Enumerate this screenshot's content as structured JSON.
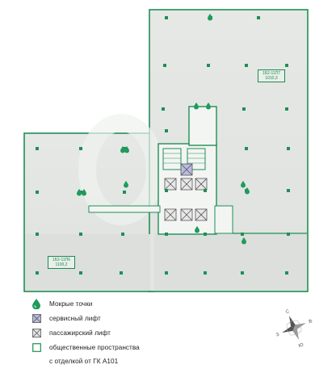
{
  "units": [
    {
      "id": "unit-east",
      "code": "1Б2-11П7",
      "area": "1010,3"
    },
    {
      "id": "unit-west",
      "code": "1Б2-11П6",
      "area": "1100,2"
    }
  ],
  "legend": {
    "wet_points": "Мокрые точки",
    "service_lift": "сервисный лифт",
    "passenger_lift": "пассажирский лифт",
    "public_spaces": "общественные пространства",
    "finish_note": "с отделкой от ГК А101"
  },
  "compass": {
    "north": "С",
    "south": "Ю",
    "east": "В",
    "west": "З"
  },
  "colors": {
    "wall": "#1f8f55",
    "floor": "#e3e6e3",
    "core": "#f2f4f2",
    "wet_point": "#1f9b5c",
    "service_lift": "#7c7fbf",
    "passenger_lift": "#5a5a5a"
  }
}
